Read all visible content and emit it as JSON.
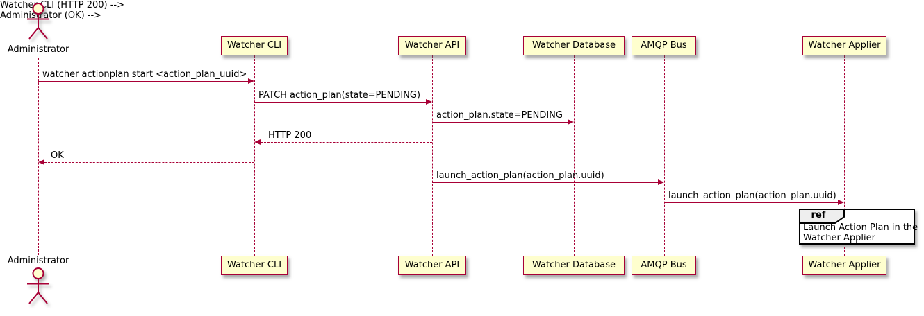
{
  "diagram_type": "sequence",
  "actors": [
    {
      "label": "Administrator"
    }
  ],
  "participants": [
    {
      "label": "Watcher CLI"
    },
    {
      "label": "Watcher API"
    },
    {
      "label": "Watcher Database"
    },
    {
      "label": "AMQP Bus"
    },
    {
      "label": "Watcher Applier"
    }
  ],
  "messages": [
    {
      "from": "Administrator",
      "to": "Watcher CLI",
      "label": "watcher actionplan start <action_plan_uuid>",
      "line": "solid",
      "direction": "right"
    },
    {
      "from": "Watcher CLI",
      "to": "Watcher API",
      "label": "PATCH action_plan(state=PENDING)",
      "line": "solid",
      "direction": "right"
    },
    {
      "from": "Watcher API",
      "to": "Watcher Database",
      "label": "action_plan.state=PENDING",
      "line": "solid",
      "direction": "right"
    },
    {
      "from": "Watcher API",
      "to": "Watcher CLI",
      "label": "HTTP 200",
      "line": "dashed",
      "direction": "left"
    },
    {
      "from": "Watcher CLI",
      "to": "Administrator",
      "label": "OK",
      "line": "dashed",
      "direction": "left"
    },
    {
      "from": "Watcher API",
      "to": "AMQP Bus",
      "label": "launch_action_plan(action_plan.uuid)",
      "line": "solid",
      "direction": "right"
    },
    {
      "from": "AMQP Bus",
      "to": "Watcher Applier",
      "label": "launch_action_plan(action_plan.uuid)",
      "line": "solid",
      "direction": "right"
    }
  ],
  "ref": {
    "keyword": "ref",
    "over": "Watcher Applier",
    "line1": "Launch Action Plan in the",
    "line2": "Watcher Applier"
  },
  "colors": {
    "participant_fill": "#FEFECE",
    "stroke": "#A80036",
    "text": "#000000",
    "ref_border": "#000000",
    "ref_header_fill": "#EEEEEE",
    "background": "#FFFFFF"
  }
}
